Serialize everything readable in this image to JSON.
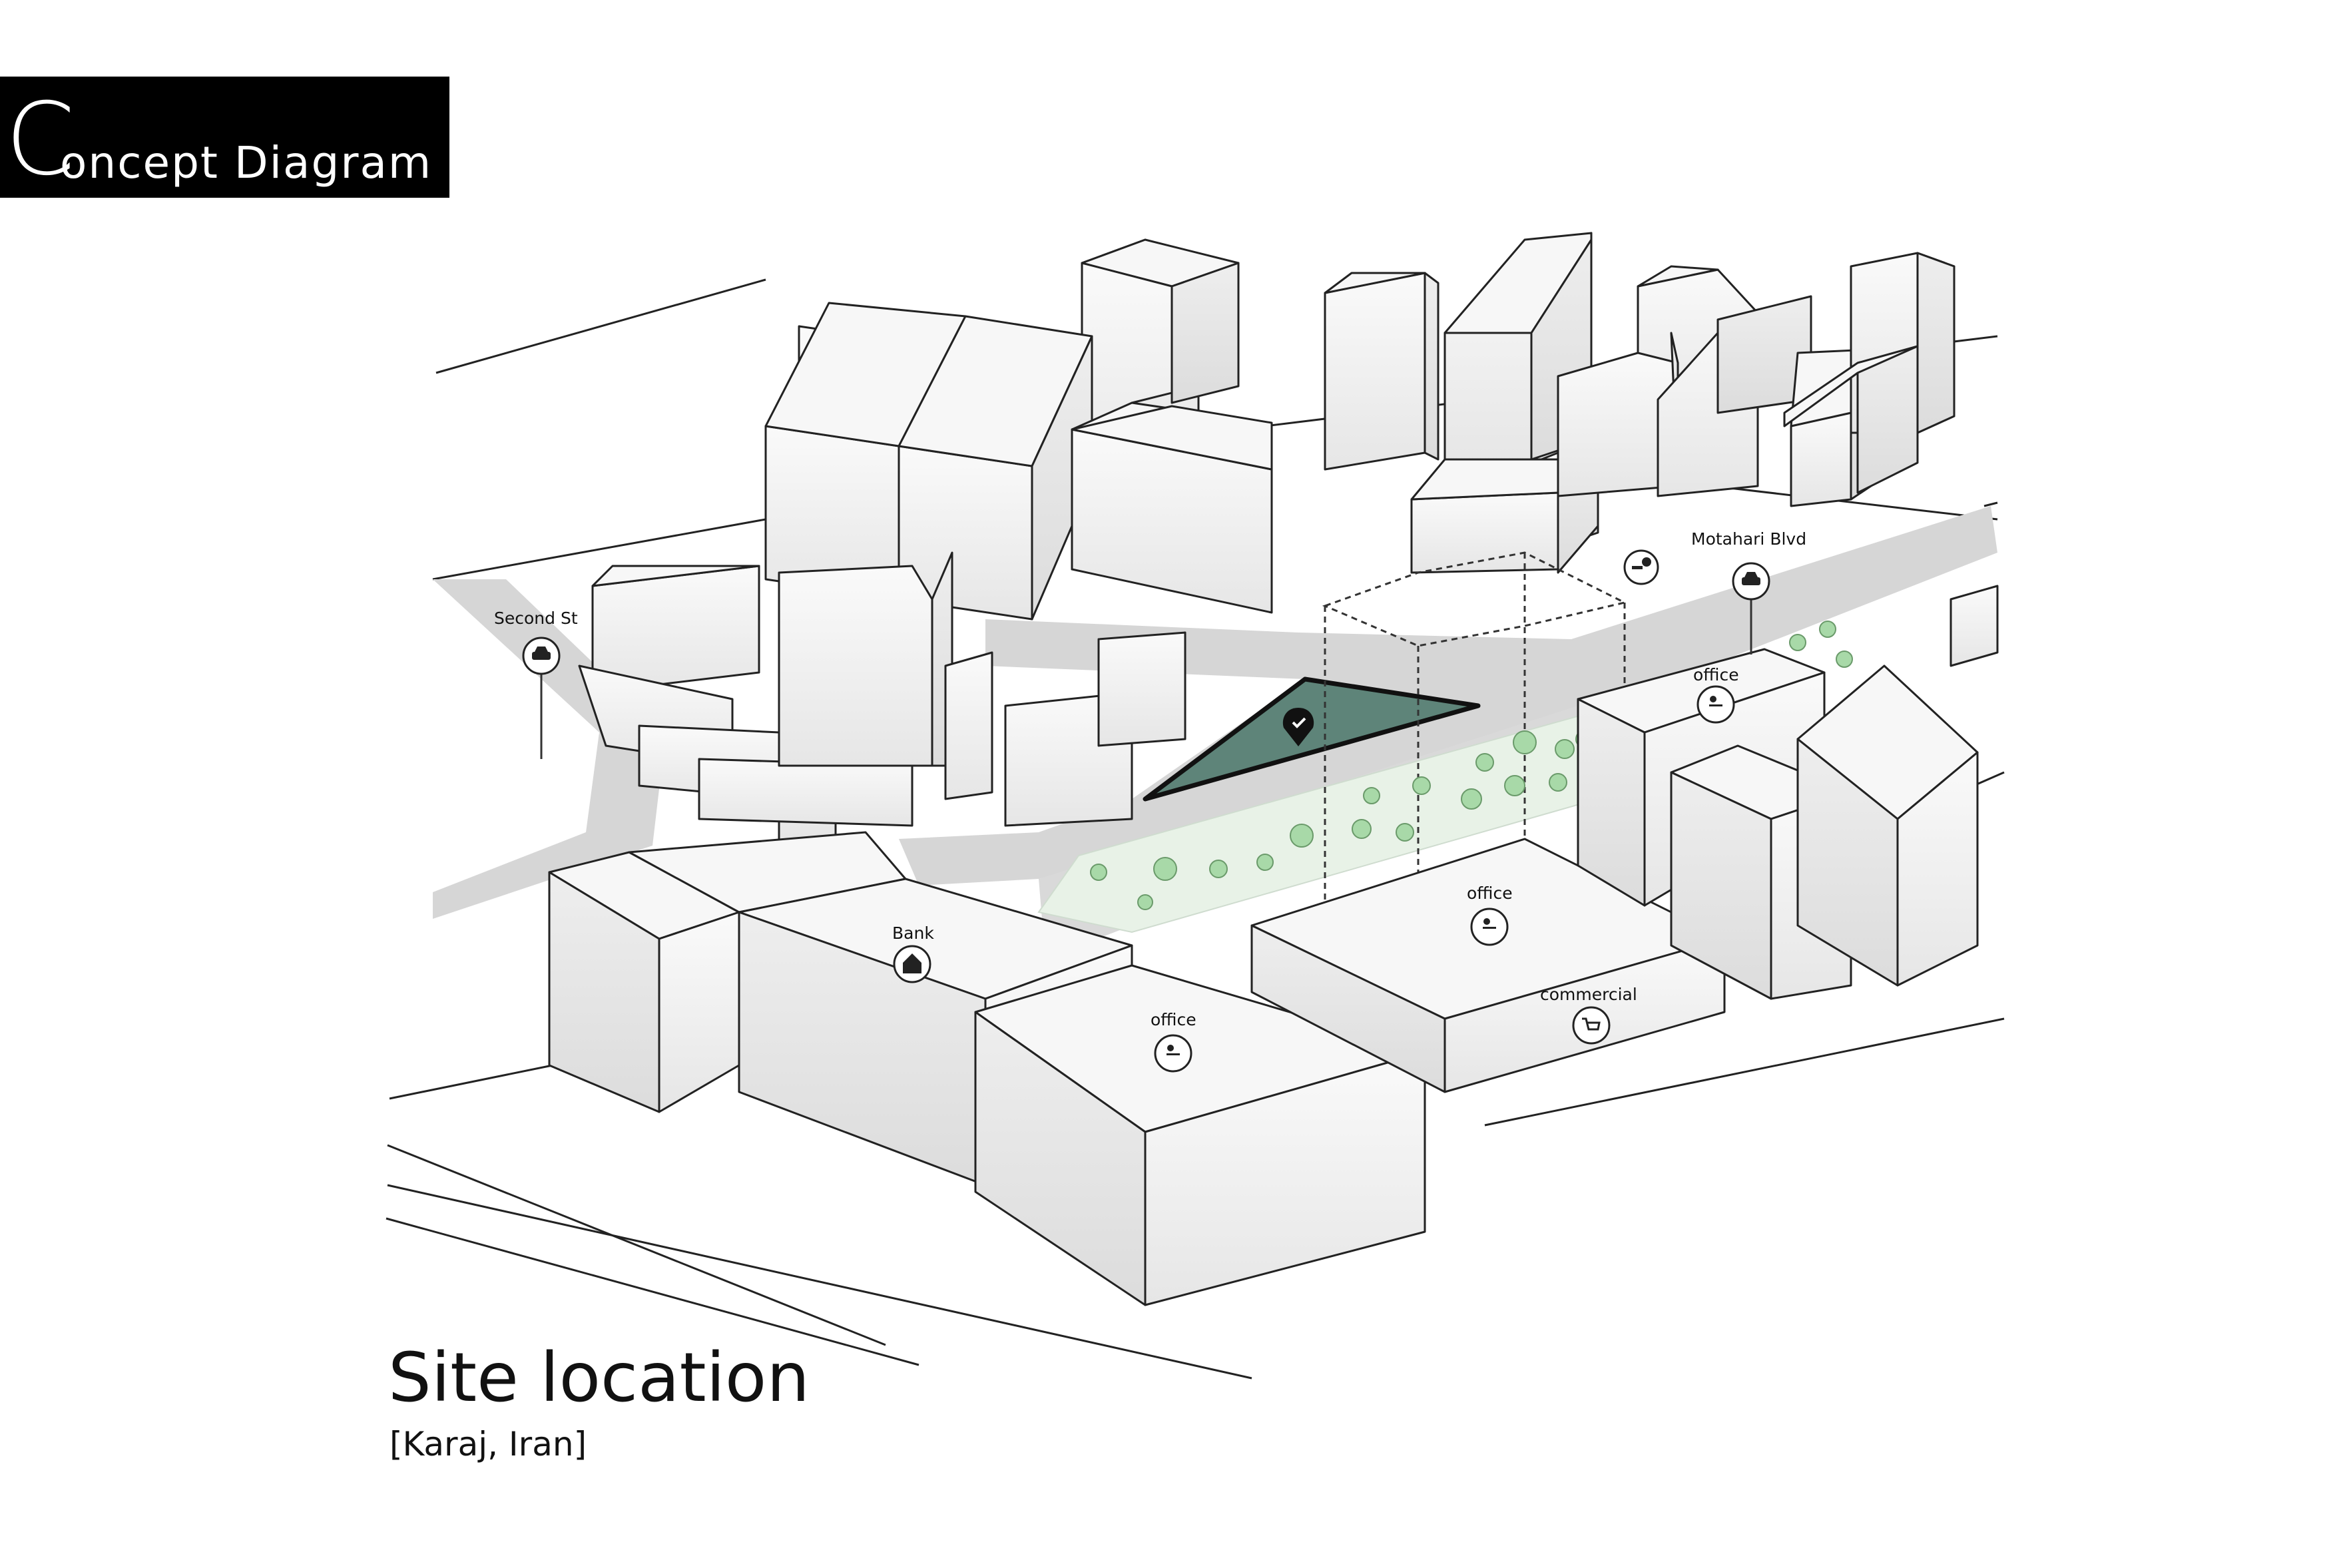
{
  "header": {
    "title_initial": "C",
    "title_rest": "oncept Diagram"
  },
  "caption": {
    "title": "Site location",
    "subtitle": "[Karaj, Iran]"
  },
  "streets": {
    "second": "Second  St",
    "motahari": "Motahari Blvd"
  },
  "labels": {
    "bank": "Bank",
    "office_front": "office",
    "office_center": "office",
    "office_right": "office",
    "commercial": "commercial"
  },
  "icons": {
    "car": "car-icon",
    "bench": "bench-tree-icon",
    "bank": "bank-icon",
    "office": "office-worker-icon",
    "commercial": "shopping-cart-icon",
    "pin": "location-pin-icon"
  },
  "colors": {
    "site": "#5e8479",
    "trees": "#a8d9a8",
    "road": "#d6d6d6",
    "green_strip": "#e8f2e7",
    "building_face": "#f2f2f2"
  }
}
